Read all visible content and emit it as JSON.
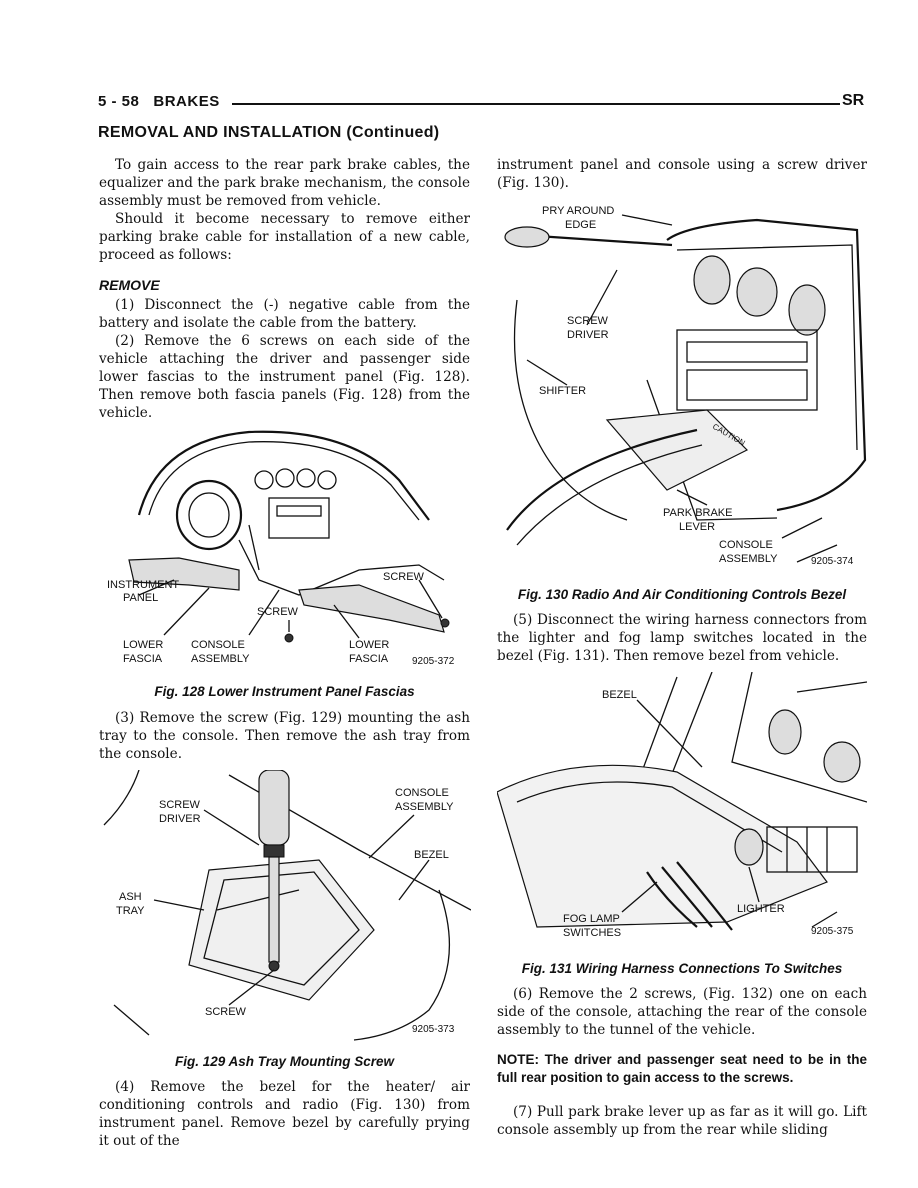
{
  "header": {
    "left": "5 - 58   BRAKES",
    "right": "SR"
  },
  "section_title": "REMOVAL AND INSTALLATION (Continued)",
  "left_col": {
    "intro1": "To gain access to the rear park brake cables, the equalizer and the park brake mechanism, the console assembly must be removed from vehicle.",
    "intro2": "Should it become necessary to remove either parking brake cable for installation of a new cable, proceed as follows:",
    "remove_heading": "REMOVE",
    "step1": "(1) Disconnect the (-) negative cable from the battery and isolate the cable from the battery.",
    "step2": "(2) Remove the 6 screws on each side of the vehicle attaching the driver and passenger side lower fascias to the instrument panel (Fig. 128). Then remove both fascia panels (Fig. 128) from the vehicle.",
    "step3": "(3) Remove the screw (Fig. 129) mounting the ash tray to the console. Then remove the ash tray from the console.",
    "step4": "(4) Remove the bezel for the heater/ air conditioning controls and radio (Fig. 130) from instrument panel. Remove bezel by carefully prying it out of the"
  },
  "right_col": {
    "cont": "instrument panel and console using a screw driver (Fig. 130).",
    "step5": "(5) Disconnect the wiring harness connectors from the lighter and fog lamp switches located in the bezel (Fig. 131). Then remove bezel from vehicle.",
    "step6": "(6) Remove the 2 screws, (Fig. 132) one on each side of the console, attaching the rear of the console assembly to the tunnel of the vehicle.",
    "note": "NOTE: The driver and passenger seat need to be in the full rear position to gain access to the screws.",
    "step7": "(7) Pull park brake lever up as far as it will go. Lift console assembly up from the rear while sliding"
  },
  "fig128": {
    "caption": "Fig. 128 Lower Instrument Panel Fascias",
    "labels": {
      "instrument_panel_1": "INSTRUMENT",
      "instrument_panel_2": "PANEL",
      "screw_a": "SCREW",
      "screw_b": "SCREW",
      "lower_fascia_l1": "LOWER",
      "lower_fascia_l2": "FASCIA",
      "console_1": "CONSOLE",
      "console_2": "ASSEMBLY",
      "lower_fascia_r1": "LOWER",
      "lower_fascia_r2": "FASCIA",
      "code": "9205-372"
    }
  },
  "fig129": {
    "caption": "Fig. 129 Ash Tray Mounting Screw",
    "labels": {
      "screwdriver_1": "SCREW",
      "screwdriver_2": "DRIVER",
      "console_1": "CONSOLE",
      "console_2": "ASSEMBLY",
      "bezel": "BEZEL",
      "ash_1": "ASH",
      "ash_2": "TRAY",
      "screw": "SCREW",
      "code": "9205-373"
    }
  },
  "fig130": {
    "caption": "Fig. 130 Radio And Air Conditioning Controls Bezel",
    "labels": {
      "pry_1": "PRY AROUND",
      "pry_2": "EDGE",
      "screwdriver_1": "SCREW",
      "screwdriver_2": "DRIVER",
      "shifter": "SHIFTER",
      "caution": "CAUTION",
      "park_1": "PARK BRAKE",
      "park_2": "LEVER",
      "console_1": "CONSOLE",
      "console_2": "ASSEMBLY",
      "code": "9205-374"
    }
  },
  "fig131": {
    "caption": "Fig. 131 Wiring Harness Connections To Switches",
    "labels": {
      "bezel": "BEZEL",
      "fog_1": "FOG LAMP",
      "fog_2": "SWITCHES",
      "lighter": "LIGHTER",
      "code": "9205-375"
    }
  }
}
